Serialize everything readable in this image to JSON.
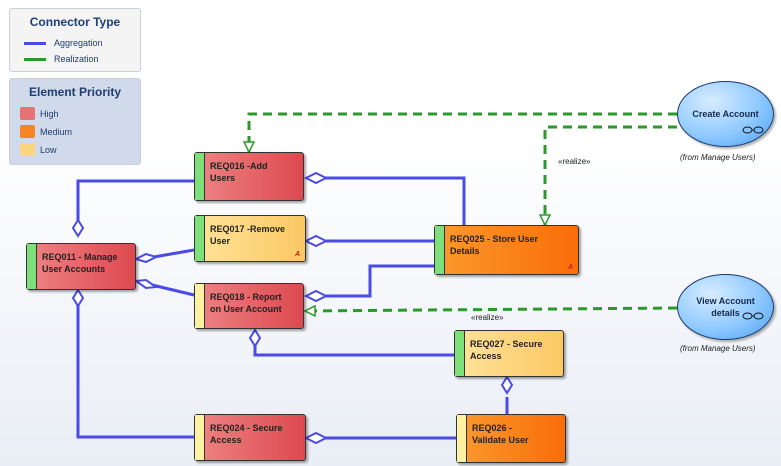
{
  "legend_connector": {
    "title": "Connector Type",
    "items": [
      {
        "label": "Aggregation",
        "color": "#4a4ae6"
      },
      {
        "label": "Realization",
        "color": "#2a9a2a"
      }
    ]
  },
  "legend_priority": {
    "title": "Element Priority",
    "items": [
      {
        "label": "High",
        "color": "#e57373"
      },
      {
        "label": "Medium",
        "color": "#f98424"
      },
      {
        "label": "Low",
        "color": "#fcd57f"
      }
    ]
  },
  "requirements": {
    "req016": {
      "label": "REQ016 -Add\nUsers"
    },
    "req017": {
      "label": "REQ017 -Remove\nUser",
      "marker": "A"
    },
    "req011": {
      "label": "REQ011 - Manage\nUser Accounts"
    },
    "req018": {
      "label": "REQ018 - Report\non User Account"
    },
    "req025": {
      "label": "REQ025 - Store User\nDetails",
      "marker": "A"
    },
    "req027": {
      "label": "REQ027 - Secure\nAccess"
    },
    "req024": {
      "label": "REQ024 - Secure\nAccess"
    },
    "req026": {
      "label": "REQ026 -\nValidate User"
    }
  },
  "use_cases": {
    "create_account": {
      "label": "Create Account",
      "from": "(from Manage Users)"
    },
    "view_account": {
      "label": "View Account\ndetails",
      "from": "(from Manage Users)"
    }
  },
  "stereotypes": {
    "realize1": "«realize»",
    "realize2": "«realize»"
  }
}
